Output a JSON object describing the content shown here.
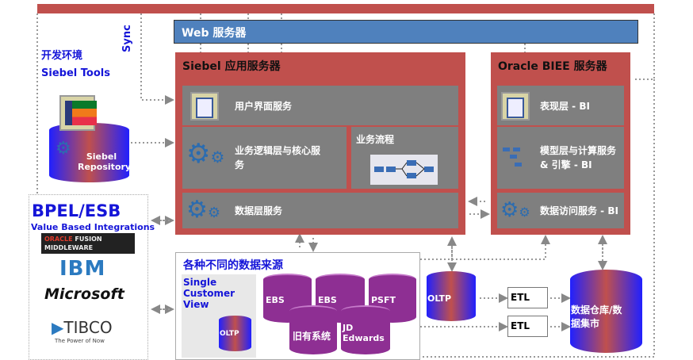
{
  "web_server": "Web 服务器",
  "sync": "Sync",
  "dev_env": {
    "title": "开发环境",
    "tools": "Siebel Tools",
    "repository": "Siebel Repository"
  },
  "siebel": {
    "title": "Siebel 应用服务器",
    "ui": "用户界面服务",
    "logic": "业务逻辑层与核心服务",
    "process": "业务流程",
    "data": "数据层服务"
  },
  "biee": {
    "title": "Oracle BIEE 服务器",
    "presentation": "表现层 - BI",
    "model": "模型层与计算服务 & 引擎 - BI",
    "data_access": "数据访问服务 - BI"
  },
  "integration": {
    "title": "BPEL/ESB",
    "subtitle": "Value Based Integrations",
    "oracle": "ORACLE",
    "fusion": "FUSION MIDDLEWARE",
    "ibm": "IBM",
    "microsoft": "Microsoft",
    "tibco": "TIBCO",
    "tibco_tag": "The Power of Now"
  },
  "sources": {
    "title": "各种不同的数据来源",
    "scv": "Single Customer View",
    "oltp": "OLTP",
    "dbs": [
      "EBS",
      "EBS",
      "PSFT",
      "旧有系统",
      "JD Edwards"
    ]
  },
  "oltp": "OLTP",
  "etl": [
    "ETL",
    "ETL"
  ],
  "warehouse": "数据仓库/数据集市",
  "colors": {
    "server": "#c0504d",
    "web": "#4f81bd",
    "panel": "#7f7f7f",
    "text_blue": "#1515d8",
    "legacy_db": "#8e2f93"
  }
}
